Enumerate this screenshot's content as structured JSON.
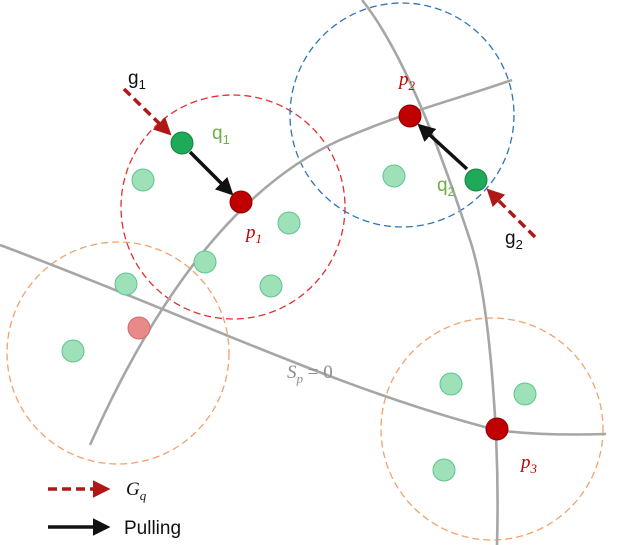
{
  "colors": {
    "curve": "#a6a6a6",
    "dark_red": "#c00000",
    "guide_red": "#b01818",
    "green_point": "#1faa59",
    "green_text": "#70ad47",
    "light_green": "#9ee0b8",
    "faded_red": "#e88a8a",
    "circle_red": "#e03030",
    "circle_blue": "#2e75b6",
    "circle_orange": "#f4a06a",
    "text_black": "#111111",
    "surface_label": "#8c8c8c"
  },
  "labels": {
    "g1": {
      "base": "g",
      "sub": "1"
    },
    "g2": {
      "base": "g",
      "sub": "2"
    },
    "q1": {
      "base": "q",
      "sub": "1"
    },
    "q2": {
      "base": "q",
      "sub": "2"
    },
    "p1": {
      "base": "p",
      "sub": "1"
    },
    "p2": {
      "base": "p",
      "sub": "2"
    },
    "p3": {
      "base": "p",
      "sub": "3"
    },
    "surface": {
      "base": "S",
      "sub": "p",
      "rest": " = 0"
    }
  },
  "legend": {
    "gq": {
      "base": "G",
      "sub": "q"
    },
    "pulling": "Pulling"
  },
  "icons": {
    "dashed_arrow": "dashed-arrow-icon",
    "solid_arrow": "solid-arrow-icon"
  }
}
